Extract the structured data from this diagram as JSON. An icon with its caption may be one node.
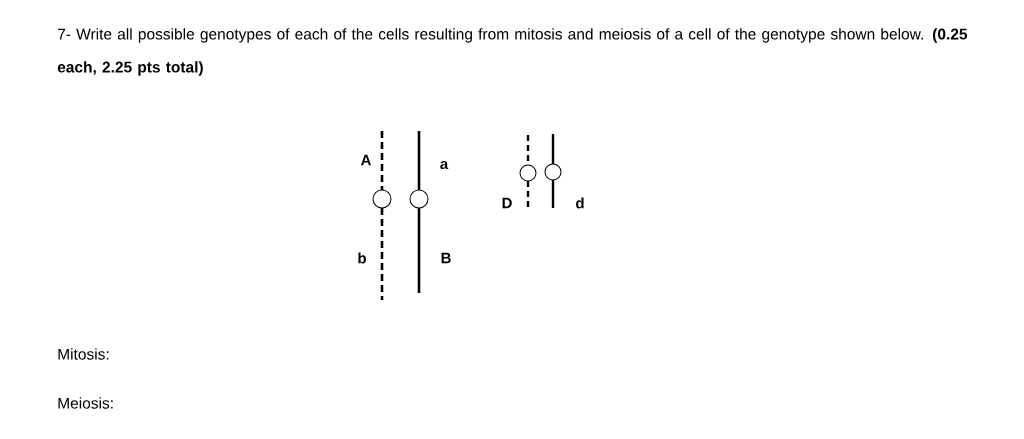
{
  "diagram": {
    "labels": [
      "7- Write all possible genotypes of each of the cells resulting from mitosis and meiosis of a cell of the genotype shown below. **(0.25 each, 2.25 pts total)**",
      "A",
      "a",
      "D",
      "d",
      "b",
      "B",
      "Mitosis:",
      "Meiosis:"
    ]
  }
}
